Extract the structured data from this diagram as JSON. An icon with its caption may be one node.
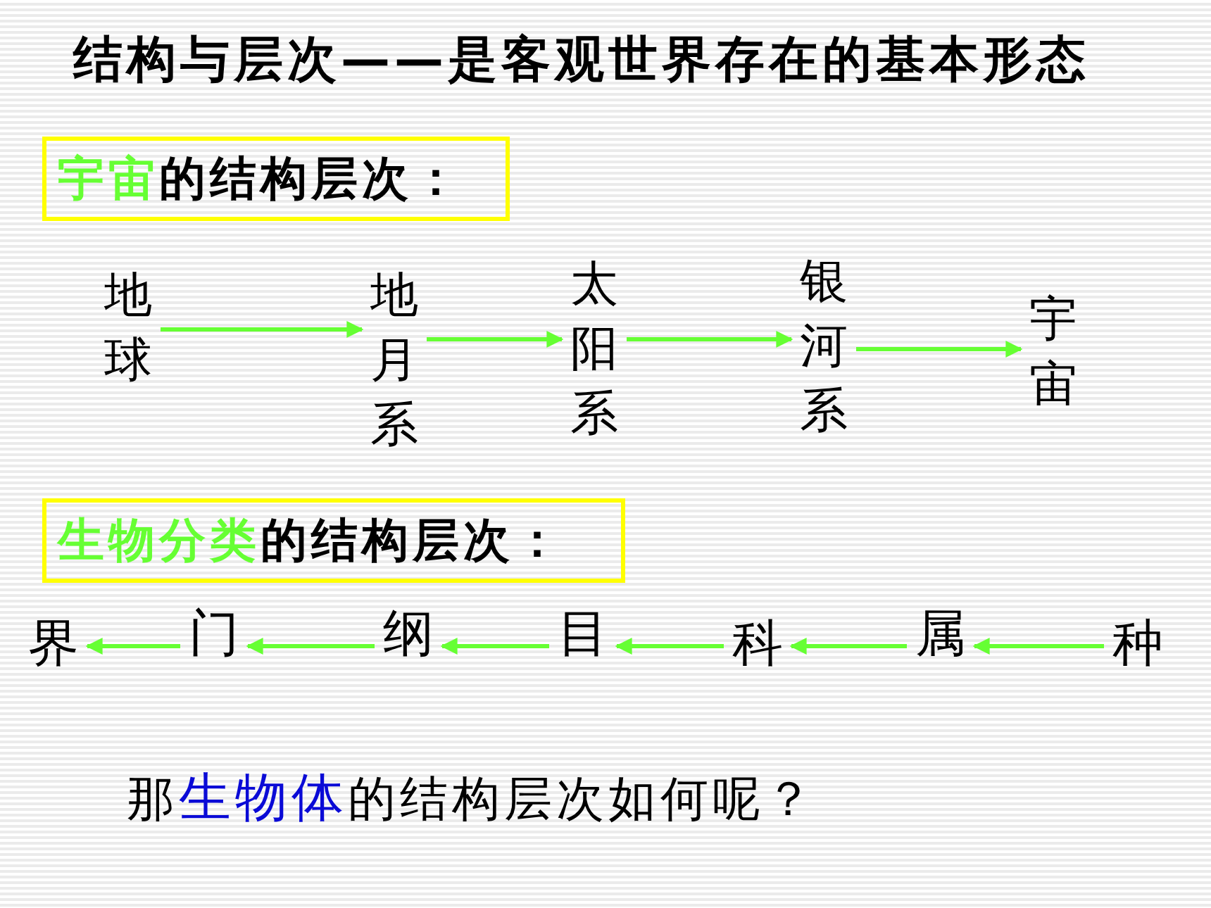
{
  "diagram": {
    "title": "结构与层次——是客观世界存在的基本形态",
    "nodes": [
      {
        "text": [
          "**宇宙**的结构层次："
        ]
      },
      {
        "text": [
          "地球"
        ]
      },
      {
        "text": [
          "地月系"
        ]
      },
      {
        "text": [
          "太阳系"
        ]
      },
      {
        "text": [
          "银河系"
        ]
      },
      {
        "text": [
          "宇宙"
        ]
      },
      {
        "text": [
          "**生物分类**的结构层次："
        ]
      },
      {
        "text": [
          "界"
        ]
      },
      {
        "text": [
          "门"
        ]
      },
      {
        "text": [
          "纲"
        ]
      },
      {
        "text": [
          "目"
        ]
      },
      {
        "text": [
          "科"
        ]
      },
      {
        "text": [
          "属"
        ]
      },
      {
        "text": [
          "种"
        ]
      }
    ],
    "edges": [
      {
        "from": 1,
        "to": 2,
        "arrow": "to"
      },
      {
        "from": 2,
        "to": 3,
        "arrow": "to"
      },
      {
        "from": 3,
        "to": 4,
        "arrow": "to"
      },
      {
        "from": 4,
        "to": 5,
        "arrow": "to"
      },
      {
        "from": 8,
        "to": 7,
        "arrow": "to"
      },
      {
        "from": 9,
        "to": 8,
        "arrow": "to"
      },
      {
        "from": 10,
        "to": 9,
        "arrow": "to"
      },
      {
        "from": 11,
        "to": 10,
        "arrow": "to"
      },
      {
        "from": 12,
        "to": 11,
        "arrow": "to"
      },
      {
        "from": 13,
        "to": 12,
        "arrow": "to"
      }
    ],
    "labels": [
      "那**生物体**的结构层次如何呢？"
    ]
  }
}
